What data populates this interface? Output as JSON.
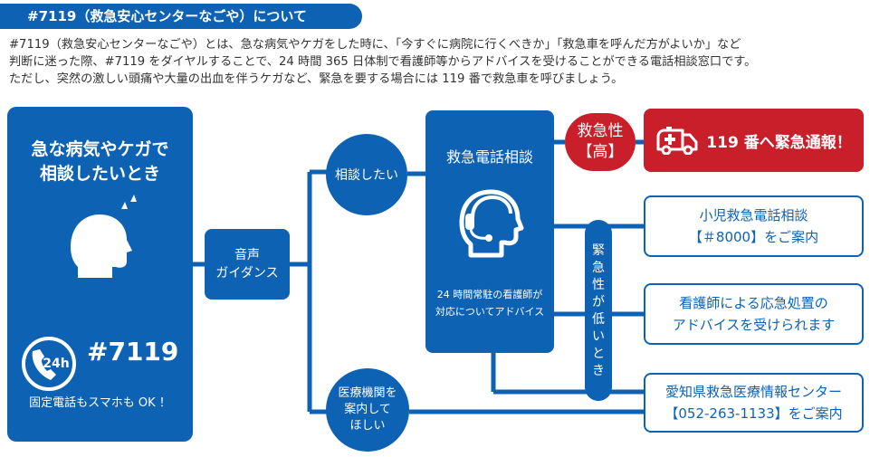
{
  "header": {
    "title": "#7119（救急安心センターなごや）について"
  },
  "intro": {
    "lines": [
      "#7119（救急安心センターなごや）とは、急な病気やケガをした時に、「今すぐに病院に行くべきか」「救急車を呼んだ方がよいか」など",
      "判断に迷った際、#7119 をダイヤルすることで、24 時間 365 日体制で看護師等からアドバイスを受けることができる電話相談窓口です。",
      "ただし、突然の激しい頭痛や大量の出血を伴うケガなど、緊急を要する場合には 119 番で救急車を呼びましょう。"
    ]
  },
  "left_panel": {
    "title_lines": [
      "急な病気やケガで",
      "相談したいとき"
    ],
    "phone_badge": "24h",
    "number": "#7119",
    "note": "固定電話もスマホも OK ！"
  },
  "guidance": {
    "lines": [
      "音声",
      "ガイダンス"
    ]
  },
  "branch_consult": {
    "label": "相談したい"
  },
  "branch_medical": {
    "lines": [
      "医療機関を",
      "案内して",
      "ほしい"
    ]
  },
  "center": {
    "title": "救急電話相談",
    "note_lines": [
      "24 時間常駐の看護師が",
      "対応についてアドバイス"
    ]
  },
  "urgency_high": {
    "lines": [
      "救急性",
      "【高】"
    ]
  },
  "emergency": {
    "label": "119 番へ緊急通報！"
  },
  "urgency_low": {
    "chars": [
      "緊",
      "急",
      "性",
      "が",
      "低",
      "い",
      "と",
      "き"
    ]
  },
  "outcomes": {
    "pediatric": [
      "小児救急電話相談",
      "【＃8000】をご案内"
    ],
    "nurse_advice": [
      "看護師による応急処置の",
      "アドバイスを受けられます"
    ],
    "info_center": [
      "愛知県救急医療情報センター",
      "【052-263-1133】をご案内"
    ]
  },
  "colors": {
    "primary": "#0e62b4",
    "urgent": "#c81f2a",
    "text": "#333333"
  }
}
